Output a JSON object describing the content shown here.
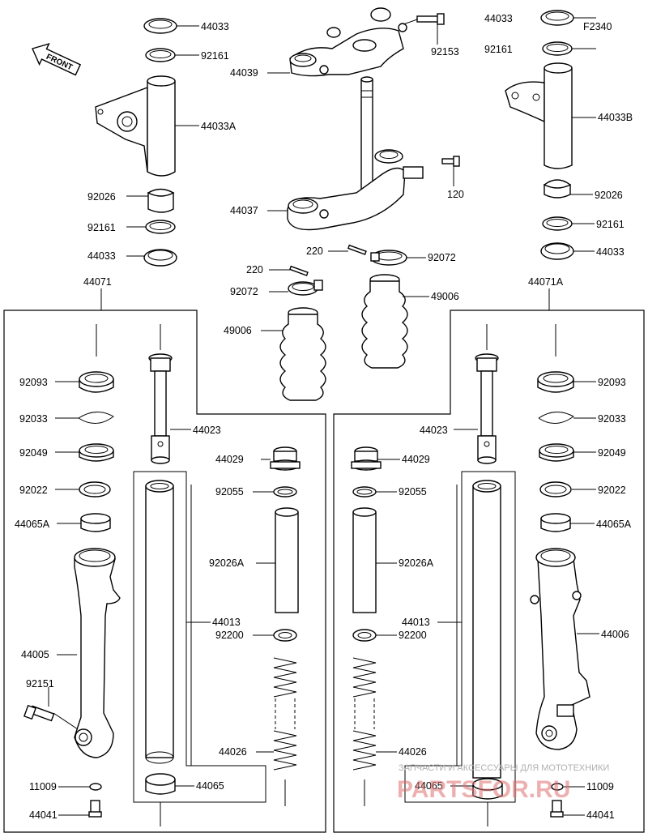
{
  "diagram": {
    "figure_code": "F2340",
    "front_label": "FRONT",
    "watermark": {
      "line1": "ЗАПЧАСТИ И АКСЕССУАРЫ ДЛЯ МОТОТЕХНИКИ",
      "line2": "PARTSFOR.RU"
    },
    "labels": {
      "l44033_tl": "44033",
      "l92161_tl": "92161",
      "l44033A": "44033A",
      "l92026_l": "92026",
      "l92161_l": "92161",
      "l44033_l": "44033",
      "l44071": "44071",
      "l44039": "44039",
      "l92153": "92153",
      "l44037": "44037",
      "l120": "120",
      "l220_c": "220",
      "l92072_c": "92072",
      "l220_l": "220",
      "l92072_l": "92072",
      "l49006_l": "49006",
      "l49006_c": "49006",
      "l44033_tr": "44033",
      "l92161_tr": "92161",
      "l44033B": "44033B",
      "l92026_r": "92026",
      "l92161_r": "92161",
      "l44033_r": "44033",
      "l44071A": "44071A",
      "l92093_l": "92093",
      "l92033_l": "92033",
      "l92049_l": "92049",
      "l92022_l": "92022",
      "l44065A_l": "44065A",
      "l44005": "44005",
      "l92151": "92151",
      "l11009_l": "11009",
      "l44041_l": "44041",
      "l44023_l": "44023",
      "l44029_l": "44029",
      "l92055_l": "92055",
      "l92026A_l": "92026A",
      "l44013_l": "44013",
      "l92200_l": "92200",
      "l44026_l": "44026",
      "l44065_l": "44065",
      "l44023_r": "44023",
      "l44029_r": "44029",
      "l92055_r": "92055",
      "l92026A_r": "92026A",
      "l44013_r": "44013",
      "l92200_r": "92200",
      "l44026_r": "44026",
      "l44065_r": "44065",
      "l92093_r": "92093",
      "l92033_r": "92033",
      "l92049_r": "92049",
      "l92022_r": "92022",
      "l44065A_r": "44065A",
      "l44006": "44006",
      "l11009_r": "11009",
      "l44041_r": "44041"
    }
  }
}
